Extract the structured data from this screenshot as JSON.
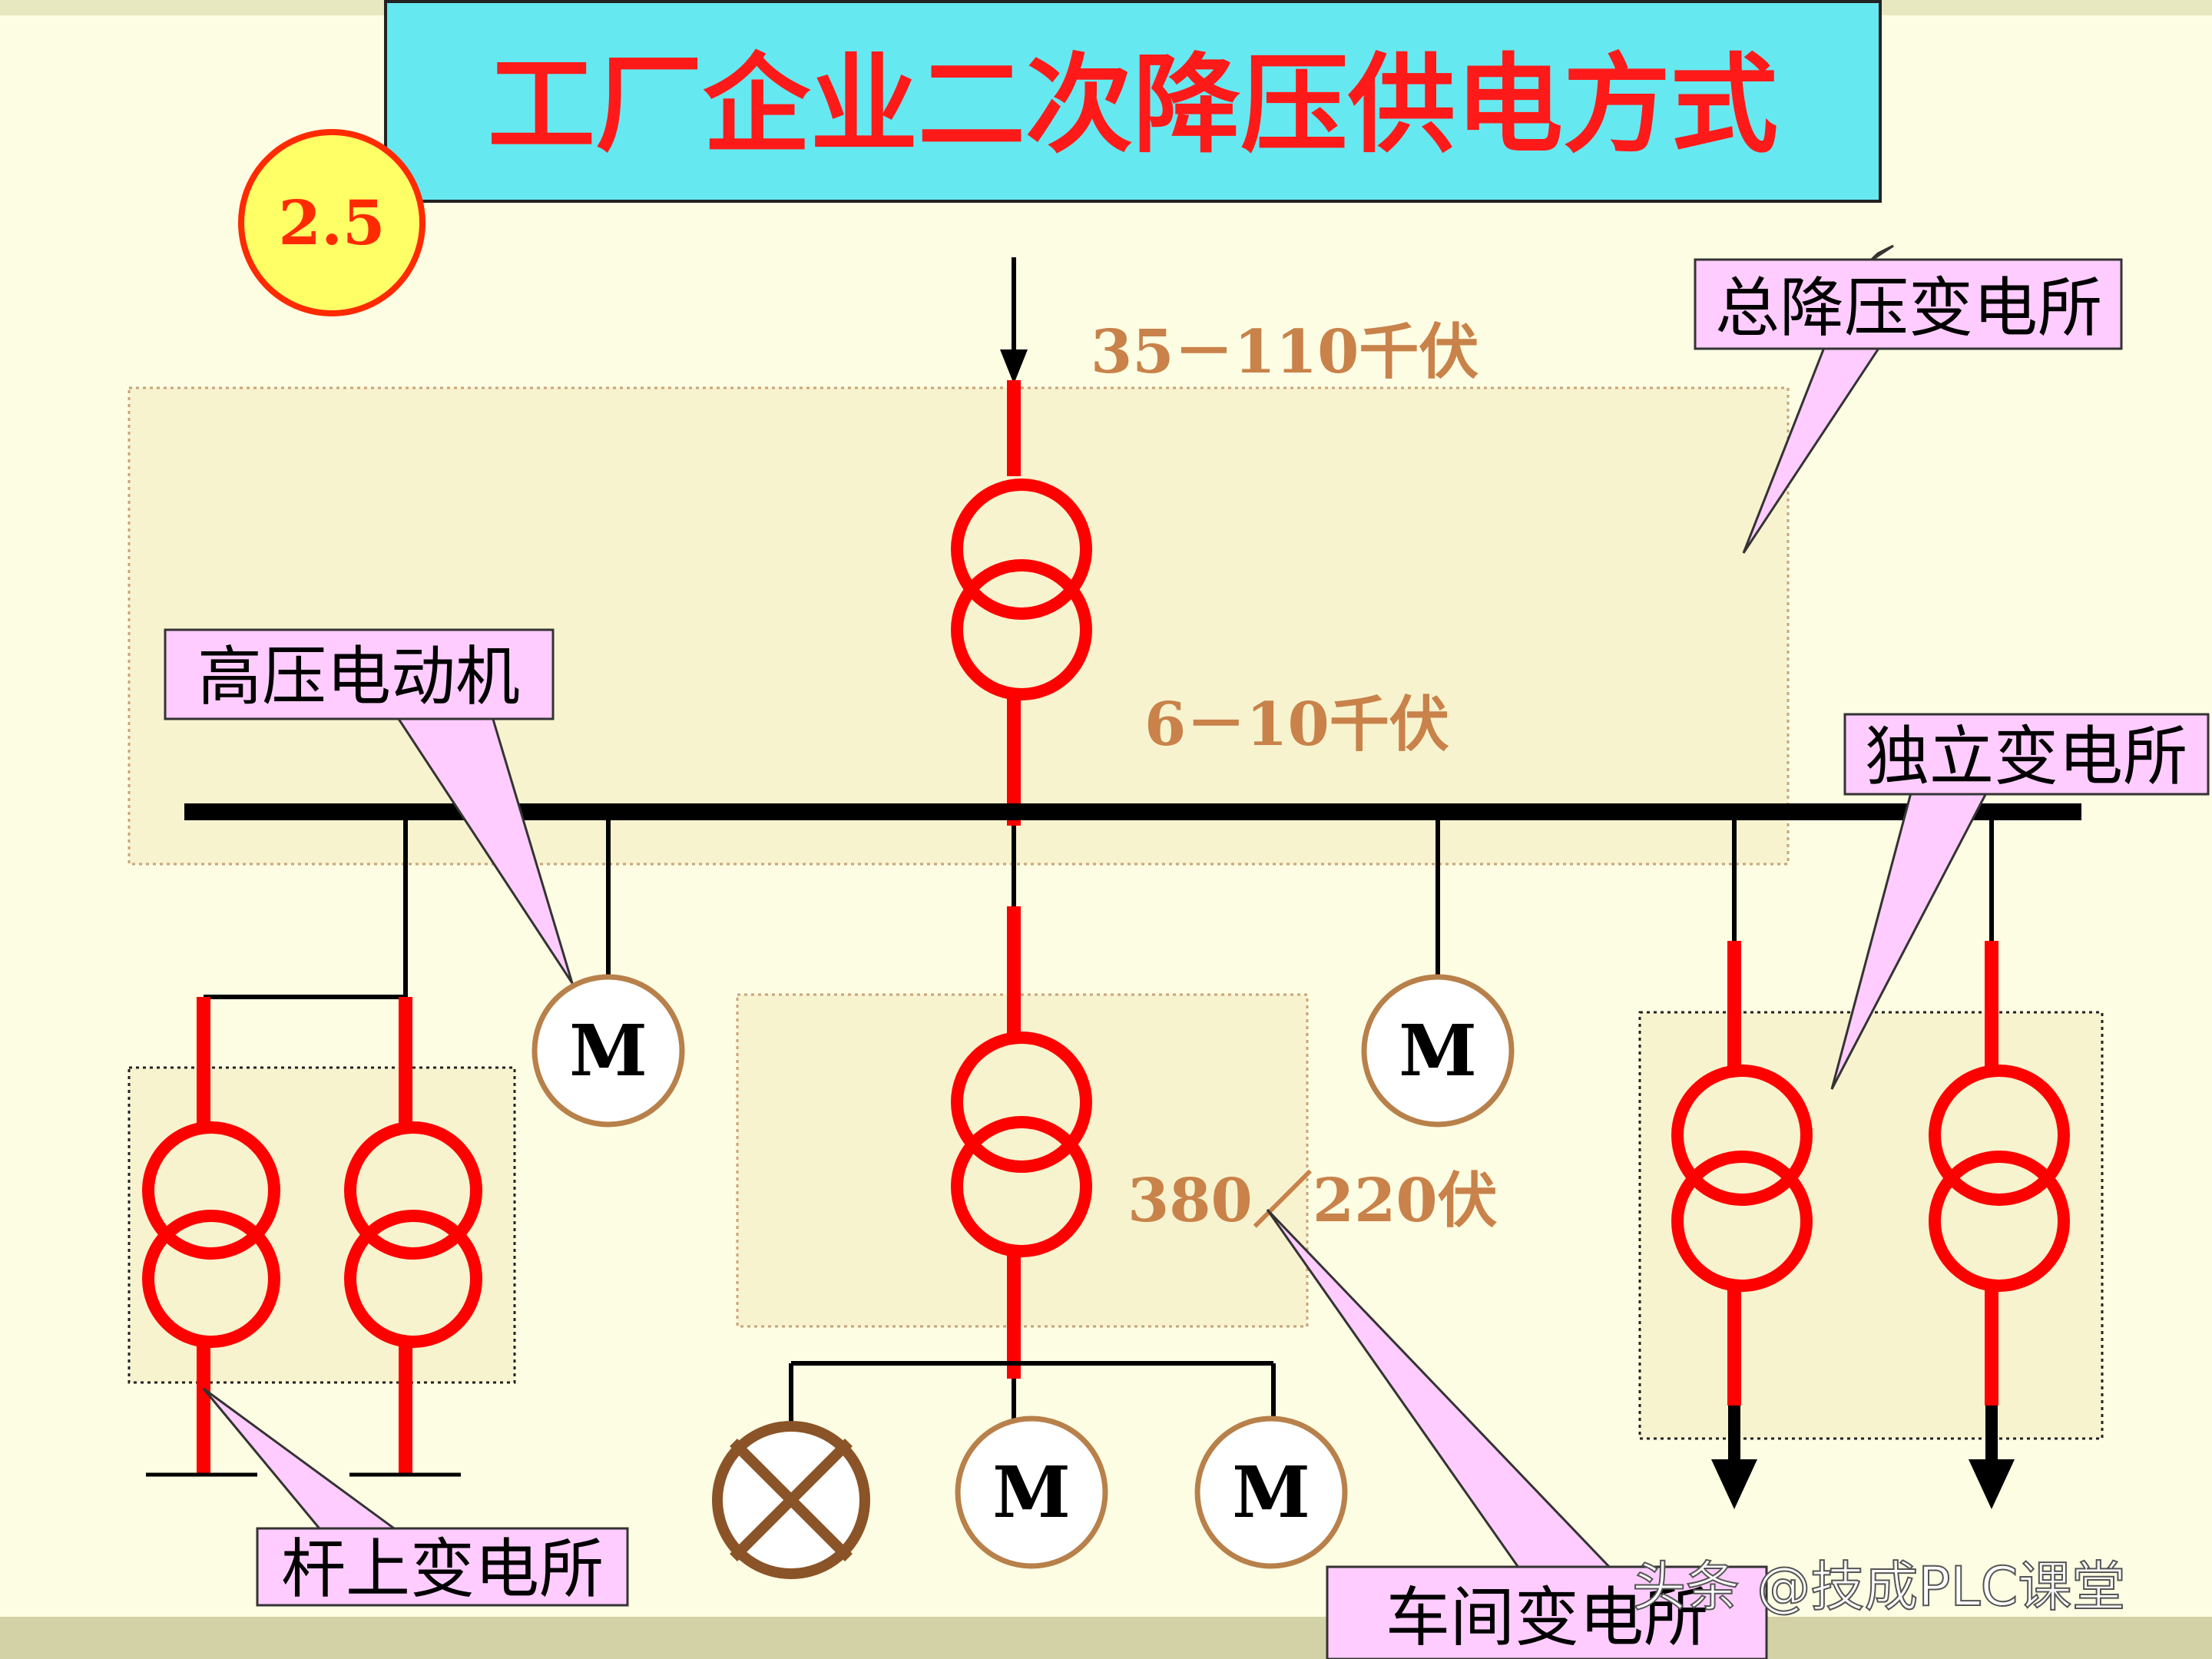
{
  "title": "工厂企业二次降压供电方式",
  "badge": "2.5",
  "labels": {
    "voltage_high": "35－110千伏",
    "voltage_mid": "6－10千伏",
    "voltage_low": "380／220伏"
  },
  "callouts": {
    "main_substation": "总降压变电所",
    "hv_motor": "高压电动机",
    "independent_substation": "独立变电所",
    "pole_substation": "杆上变电所",
    "workshop_substation": "车间变电所"
  },
  "motor_symbol": "M",
  "watermark": "头条 @技成PLC课堂",
  "colors": {
    "background": "#fdfde3",
    "title_bg": "#66e8f0",
    "title_text": "#ff1a1a",
    "transformer": "#ff0000",
    "busbar": "#000000",
    "label_text": "#c8824a",
    "callout_bg": "#ffccff",
    "badge_bg": "#ffff66",
    "badge_border": "#ff2a00",
    "motor_border": "#b8804a"
  }
}
